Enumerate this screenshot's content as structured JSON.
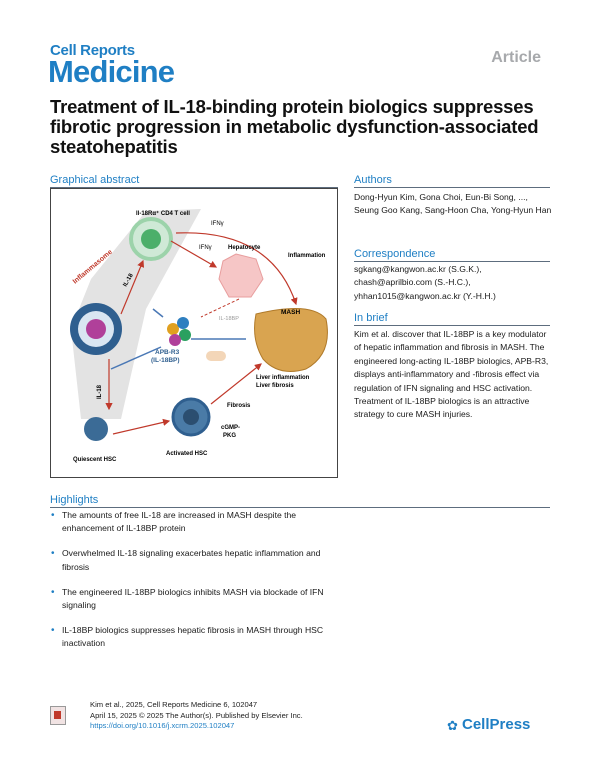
{
  "journal": {
    "line1": "Cell Reports",
    "line2": "Medicine"
  },
  "article_type": "Article",
  "title": "Treatment of IL-18-binding protein biologics suppresses fibrotic progression in metabolic dysfunction-associated steatohepatitis",
  "graphical_abstract": {
    "heading": "Graphical abstract",
    "labels": {
      "cd4": "Il-18Rα⁺ CD4 T cell",
      "ifn_top": "IFNγ",
      "ifn_mid": "IFNγ",
      "hepatocyte": "Hepatocyte",
      "inflammation": "Inflammation",
      "inflammasome": "Inflammasome",
      "il18_top": "IL-18",
      "il18_left": "IL-18",
      "il18bp": "IL-18BP",
      "mash": "MASH",
      "apb": "APB-R3",
      "apb2": "(IL-18BP)",
      "liver_inflam": "Liver inflammation",
      "liver_fib": "Liver fibrosis",
      "fibrosis": "Fibrosis",
      "cgmp": "cGMP-",
      "pkg": "PKG",
      "quiescent": "Quiescent HSC",
      "activated": "Activated HSC"
    }
  },
  "authors": {
    "heading": "Authors",
    "text": "Dong-Hyun Kim, Gona Choi, Eun-Bi Song, ..., Seung Goo Kang, Sang-Hoon Cha, Yong-Hyun Han"
  },
  "correspondence": {
    "heading": "Correspondence",
    "lines": [
      "sgkang@kangwon.ac.kr (S.G.K.),",
      "chash@aprilbio.com (S.-H.C.),",
      "yhhan1015@kangwon.ac.kr (Y.-H.H.)"
    ]
  },
  "in_brief": {
    "heading": "In brief",
    "text": "Kim et al. discover that IL-18BP is a key modulator of hepatic inflammation and fibrosis in MASH. The engineered long-acting IL-18BP biologics, APB-R3, displays anti-inflammatory and -fibrosis effect via regulation of IFN signaling and HSC activation. Treatment of IL-18BP biologics is an attractive strategy to cure MASH injuries."
  },
  "highlights": {
    "heading": "Highlights",
    "items": [
      "The amounts of free IL-18 are increased in MASH despite the enhancement of IL-18BP protein",
      "Overwhelmed IL-18 signaling exacerbates hepatic inflammation and fibrosis",
      "The engineered IL-18BP biologics inhibits MASH via blockade of IFN signaling",
      "IL-18BP biologics suppresses hepatic fibrosis in MASH through HSC inactivation"
    ]
  },
  "footer": {
    "line1": "Kim et al., 2025, Cell Reports Medicine 6, 102047",
    "line2": "April 15, 2025 © 2025 The Author(s). Published by Elsevier Inc.",
    "doi": "https://doi.org/10.1016/j.xcrm.2025.102047",
    "brand": "CellPress"
  },
  "colors": {
    "accent": "#1f7fc4",
    "arrow_red": "#c0392b",
    "inhibit_blue": "#4a78b5"
  }
}
